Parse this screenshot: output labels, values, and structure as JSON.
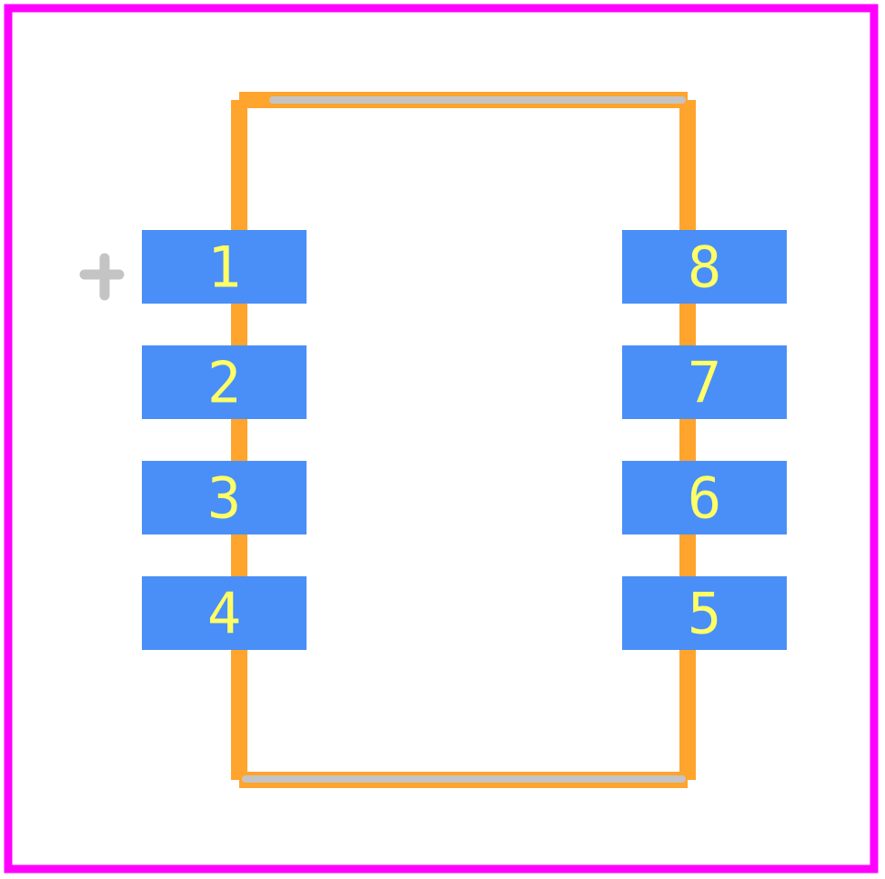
{
  "footprint": {
    "pins": [
      {
        "number": "1",
        "side": "left"
      },
      {
        "number": "2",
        "side": "left"
      },
      {
        "number": "3",
        "side": "left"
      },
      {
        "number": "4",
        "side": "left"
      },
      {
        "number": "5",
        "side": "right"
      },
      {
        "number": "6",
        "side": "right"
      },
      {
        "number": "7",
        "side": "right"
      },
      {
        "number": "8",
        "side": "right"
      }
    ]
  },
  "colors": {
    "background": "#ffffff",
    "courtyard": "#ff00ff",
    "silkscreen_outline": "#ffa42c",
    "fab_line": "#c4c4c4",
    "pad": "#4a8ff7",
    "pad_label": "#ffff66",
    "origin_marker": "#c4c4c4"
  },
  "icons": {
    "origin": "crosshair-icon"
  }
}
